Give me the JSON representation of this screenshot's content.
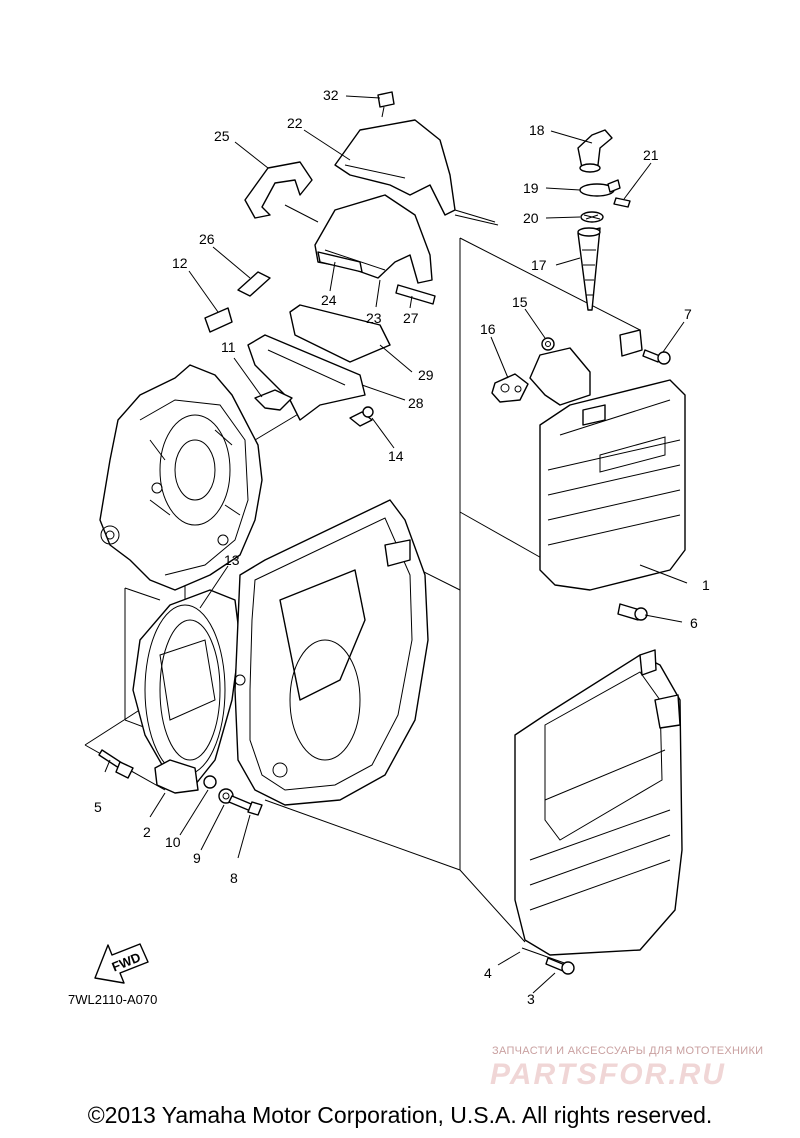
{
  "diagram_code": "7WL2110-A070",
  "fwd_label": "FWD",
  "copyright": "©2013 Yamaha Motor Corporation, U.S.A. All rights reserved.",
  "watermark": {
    "tagline": "ЗАПЧАСТИ И АКСЕССУАРЫ ДЛЯ МОТОТЕХНИКИ",
    "brand": "PARTSFOR.RU"
  },
  "callouts": {
    "c1": "1",
    "c2": "2",
    "c3": "3",
    "c4": "4",
    "c5": "5",
    "c6": "6",
    "c7": "7",
    "c8": "8",
    "c9": "9",
    "c10": "10",
    "c11": "11",
    "c12": "12",
    "c13": "13",
    "c14": "14",
    "c15": "15",
    "c16": "16",
    "c17": "17",
    "c18": "18",
    "c19": "19",
    "c20": "20",
    "c21": "21",
    "c22": "22",
    "c23": "23",
    "c24": "24",
    "c25": "25",
    "c26": "26",
    "c27": "27",
    "c28": "28",
    "c29": "29",
    "c32": "32"
  }
}
